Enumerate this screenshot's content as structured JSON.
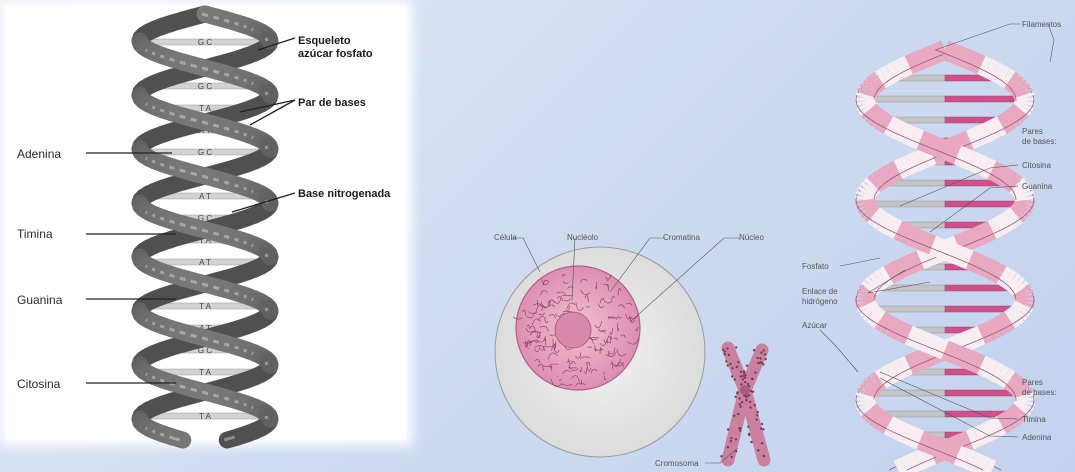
{
  "left_diagram": {
    "labels": {
      "backbone": "Esqueleto\nazúcar fosfato",
      "base_pair": "Par de bases",
      "nitrogen_base": "Base nitrogenada",
      "adenine": "Adenina",
      "thymine": "Timina",
      "guanine": "Guanina",
      "cytosine": "Citosina"
    },
    "rung_text": [
      "G C",
      "T A",
      "G C",
      "T A",
      "A T",
      "G C",
      "T A",
      "A T",
      "G C",
      "T A",
      "A T",
      "G C",
      "T A",
      "A T"
    ]
  },
  "cell_diagram": {
    "labels": {
      "cell": "Célula",
      "nucleolus": "Nucléolo",
      "chromatin": "Cromatina",
      "nucleus": "Núcleo",
      "chromosome": "Cromosoma"
    }
  },
  "right_diagram": {
    "labels": {
      "filaments": "Filamentos",
      "pairs_top": "Pares\nde bases:",
      "cytosine": "Citosina",
      "guanine": "Guanina",
      "phosphate": "Fosfato",
      "hydrogen_bond": "Enlace de\nhidrógeno",
      "sugar": "Azúcar",
      "pairs_bottom": "Pares\nde bases:",
      "thymine": "Timina",
      "adenine": "Adenina"
    }
  },
  "colors": {
    "left_strand": "#707070",
    "pink_strand": "#e8a8c0",
    "pink_dark": "#c05a86",
    "nucleus_pink": "#e6a0bc"
  }
}
